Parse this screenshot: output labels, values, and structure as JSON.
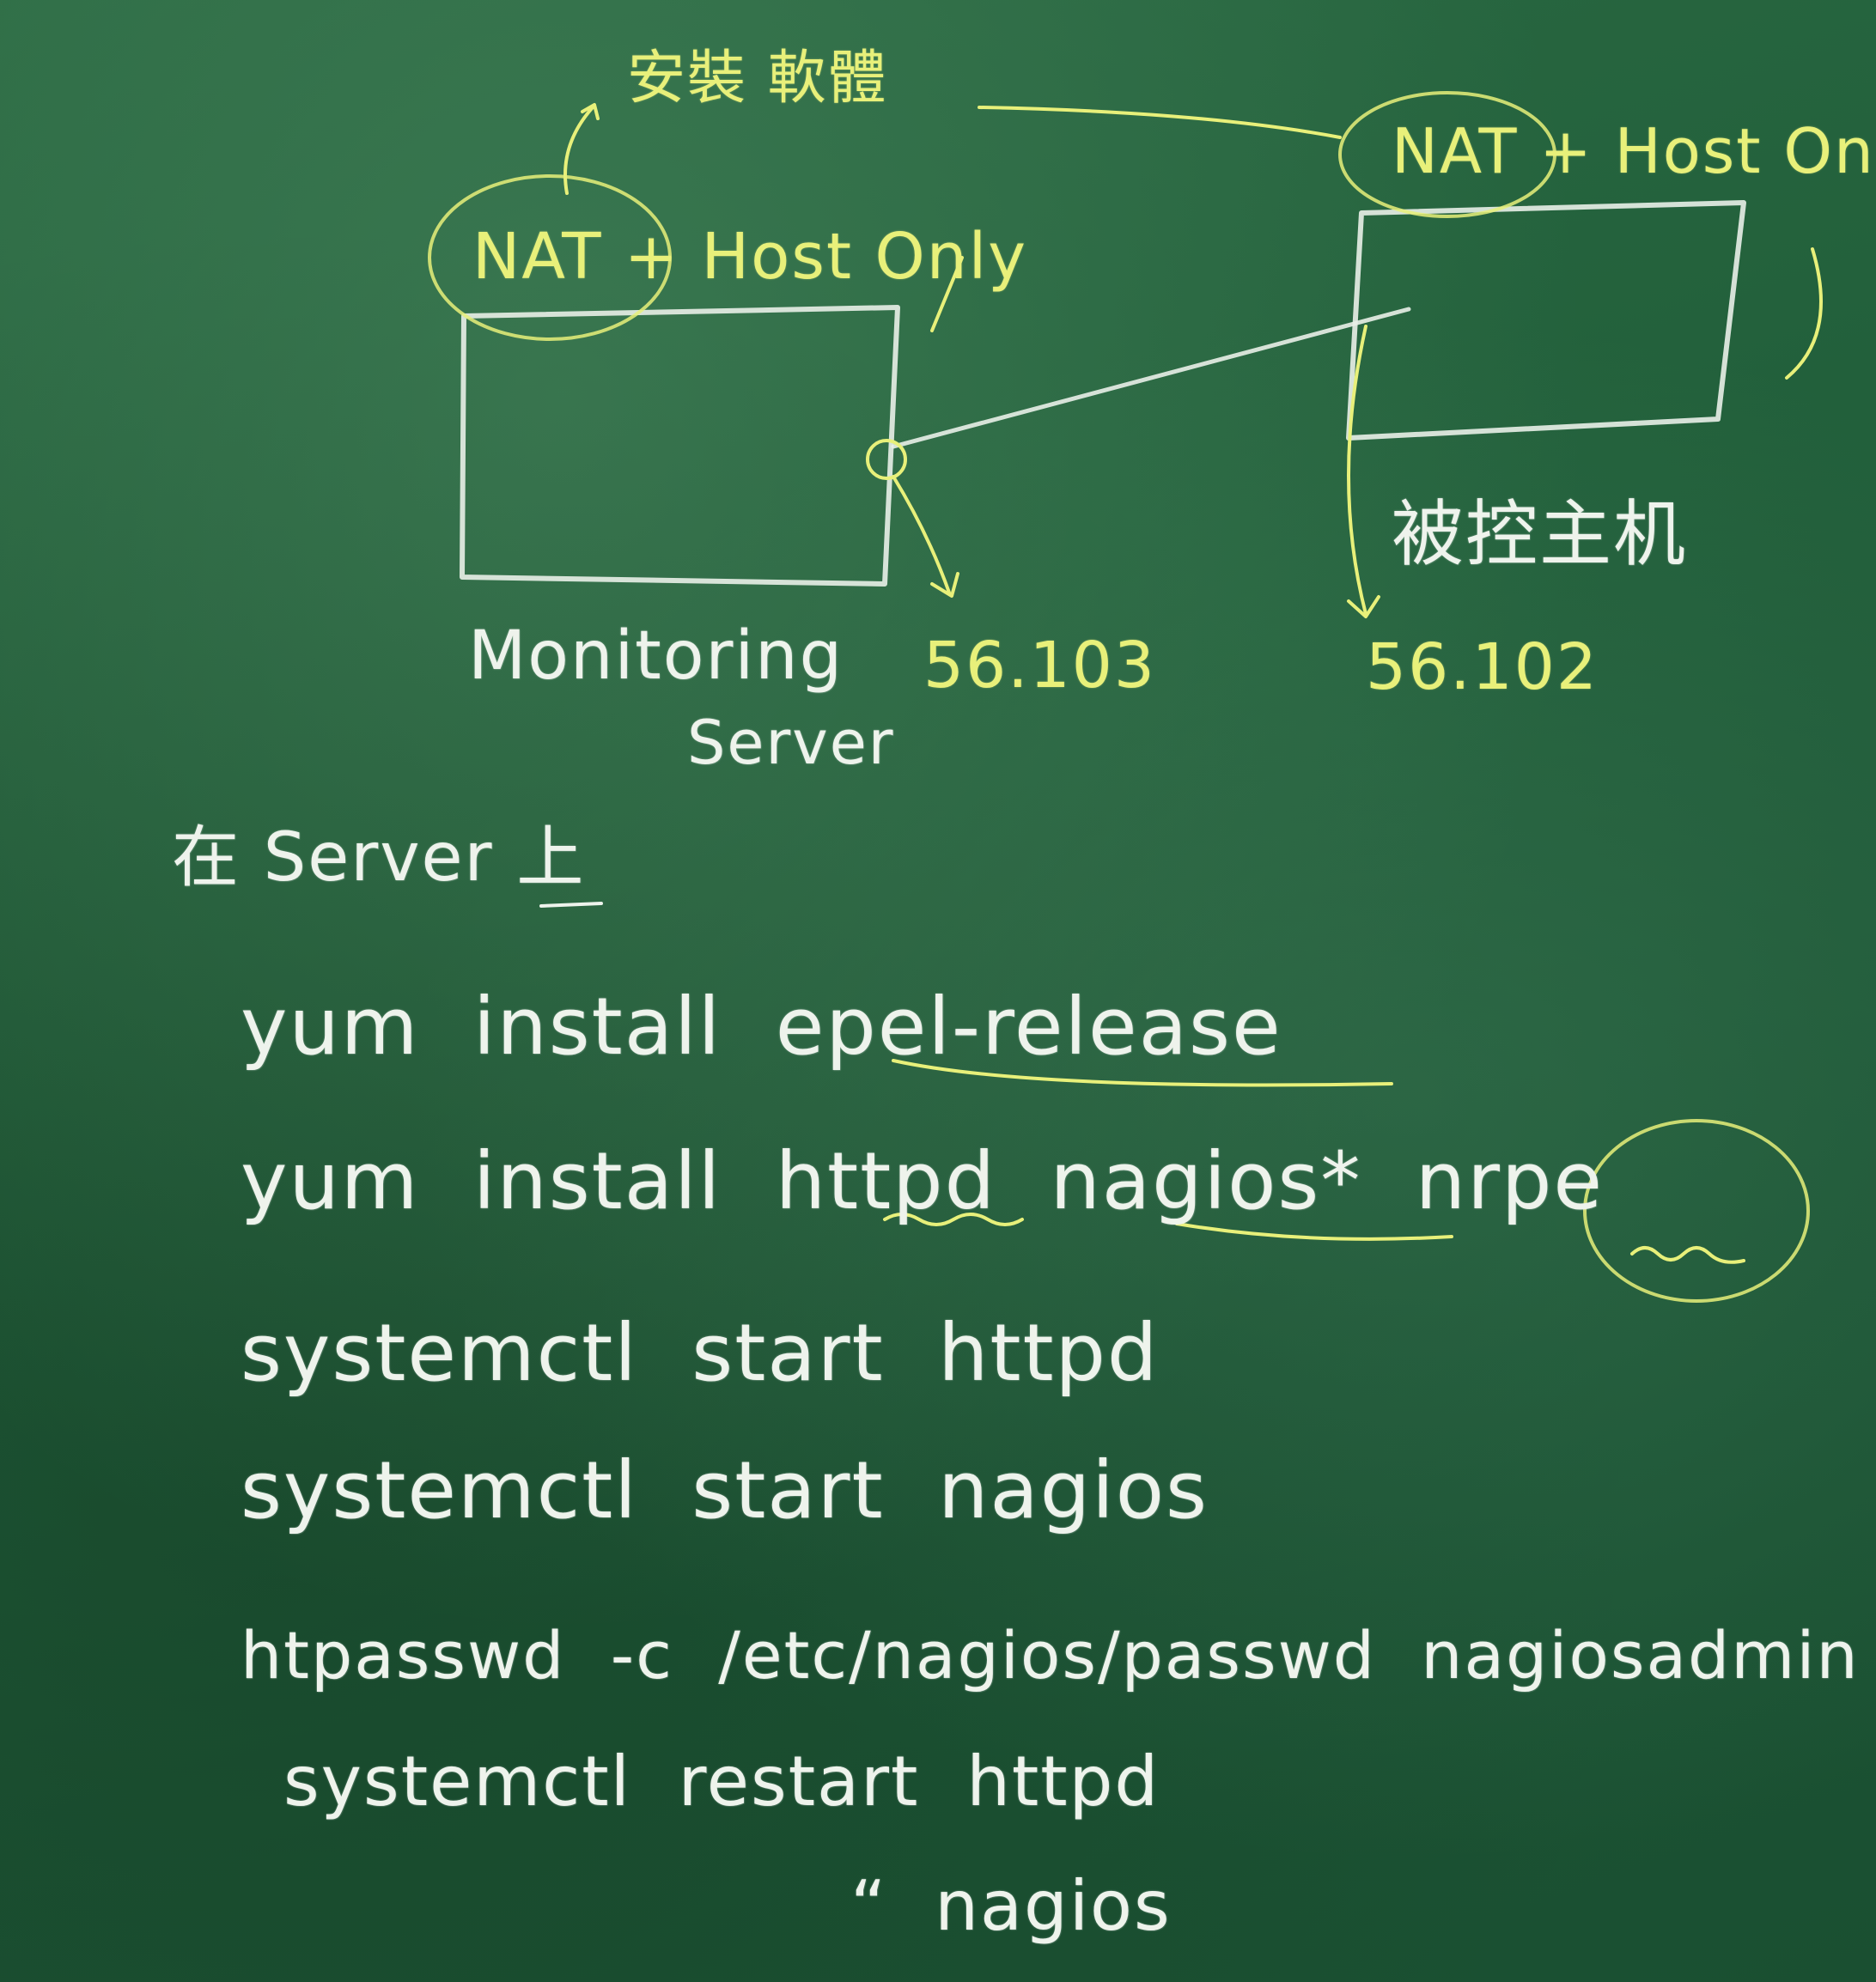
{
  "diagram": {
    "install_note": "安裝 軟體",
    "left_network": "NAT + Host Only",
    "right_network": "NAT + Host Only",
    "server_label_line1": "Monitoring",
    "server_label_line2": "Server",
    "server_ip": "56.103",
    "client_label": "被控主机",
    "client_ip": "56.102"
  },
  "commands": {
    "heading": "在 Server 上",
    "lines": [
      "yum  install  epel-release",
      "yum  install  httpd  nagios*  nrpe",
      "systemctl  start  httpd",
      "systemctl  start  nagios",
      "htpasswd  -c  /etc/nagios/passwd  nagiosadmin",
      "systemctl  restart  httpd",
      "“  nagios"
    ]
  },
  "colors": {
    "board": "#22603b",
    "chalk_white": "#eef3ec",
    "chalk_yellow": "#e8f07a"
  }
}
